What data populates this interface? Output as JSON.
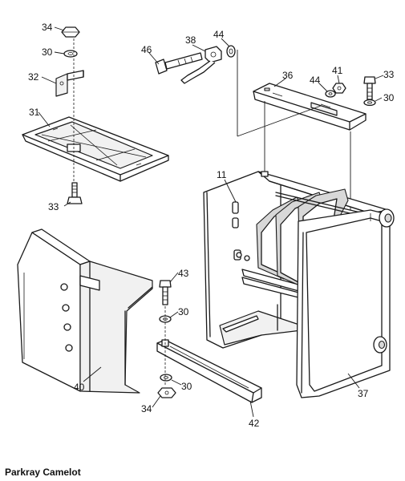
{
  "caption": "Parkray Camelot",
  "labels": {
    "l34a": "34",
    "l30a": "30",
    "l32": "32",
    "l31": "31",
    "l33a": "33",
    "l46": "46",
    "l38": "38",
    "l44a": "44",
    "l36": "36",
    "l44b": "44",
    "l41": "41",
    "l33b": "33",
    "l30b": "30",
    "l11": "11",
    "l43": "43",
    "l30c": "30",
    "l30d": "30",
    "l34b": "34",
    "l40": "40",
    "l42": "42",
    "l37": "37"
  }
}
